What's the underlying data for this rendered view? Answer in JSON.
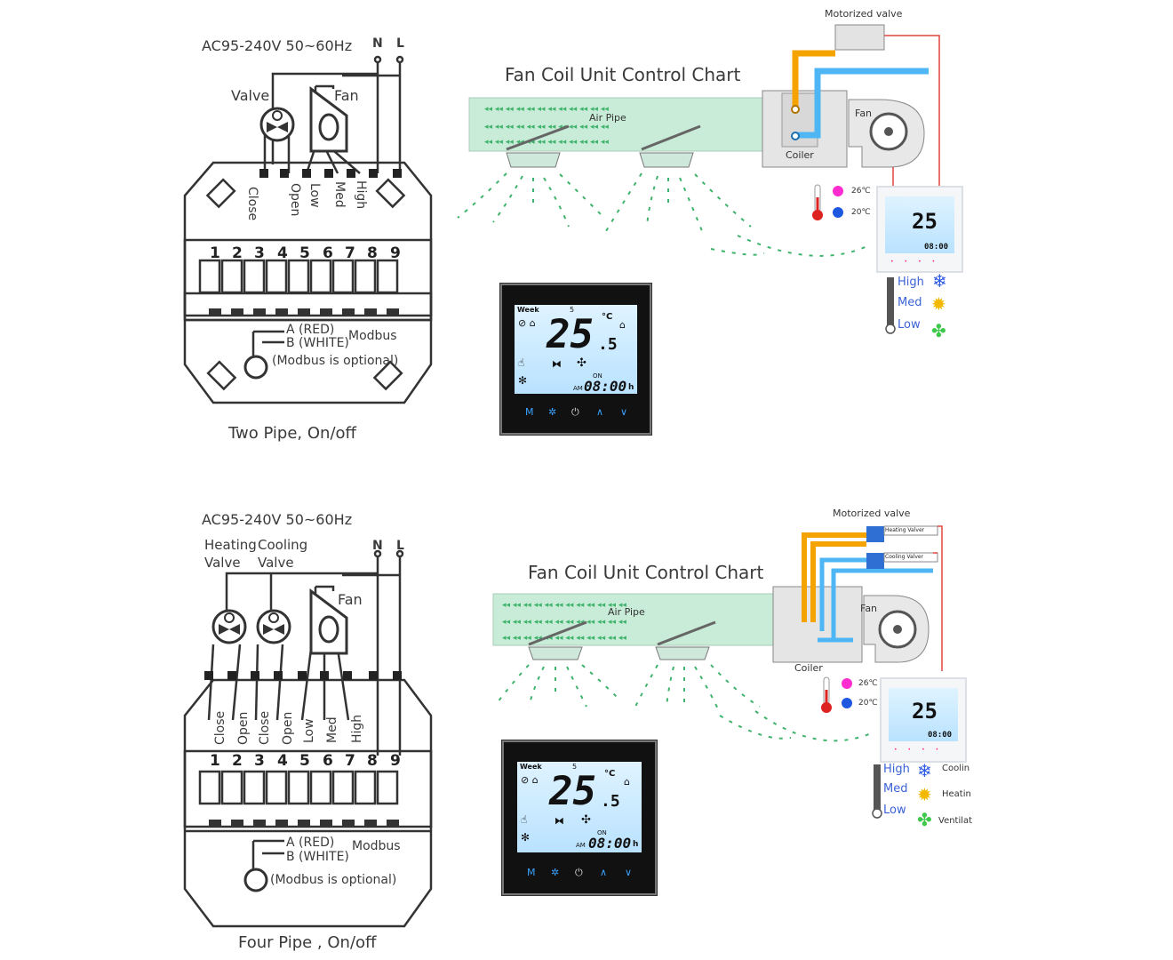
{
  "top": {
    "power": "AC95-240V  50~60Hz",
    "n": "N",
    "l": "L",
    "valve": "Valve",
    "fan": "Fan",
    "terminals": [
      "Close",
      "Open",
      "Low",
      "Med",
      "High"
    ],
    "numbers": [
      "1",
      "2",
      "3",
      "4",
      "5",
      "6",
      "7",
      "8",
      "9"
    ],
    "modbus_a": "A (RED)",
    "modbus_b": "B (WHITE)",
    "modbus": "Modbus",
    "modbus_opt": "(Modbus is optional)",
    "caption": "Two Pipe, On/off",
    "chart_title": "Fan Coil Unit Control Chart",
    "air_pipe": "Air Pipe",
    "fan_label": "Fan",
    "coiler": "Coiler",
    "motorized_valve": "Motorized valve",
    "temp_hot": "26℃",
    "temp_cold": "20℃",
    "speeds": [
      "High",
      "Med",
      "Low"
    ]
  },
  "bottom": {
    "power": "AC95-240V  50~60Hz",
    "n": "N",
    "l": "L",
    "heating_valve": "Heating\nValve",
    "cooling_valve": "Cooling\nValve",
    "heating_1": "Heating",
    "heating_2": "Valve",
    "cooling_1": "Cooling",
    "cooling_2": "Valve",
    "fan": "Fan",
    "terminals": [
      "Close",
      "Open",
      "Close",
      "Open",
      "Low",
      "Med",
      "High"
    ],
    "numbers": [
      "1",
      "2",
      "3",
      "4",
      "5",
      "6",
      "7",
      "8",
      "9"
    ],
    "modbus_a": "A (RED)",
    "modbus_b": "B (WHITE)",
    "modbus": "Modbus",
    "modbus_opt": "(Modbus is optional)",
    "caption": "Four Pipe , On/off",
    "chart_title": "Fan Coil Unit Control Chart",
    "air_pipe": "Air Pipe",
    "fan_label": "Fan",
    "coiler": "Coiler",
    "motorized_valve": "Motorized valve",
    "heating_valver": "Heating Valver",
    "cooling_valver": "Cooling Valver",
    "temp_hot": "26℃",
    "temp_cold": "20℃",
    "speeds": [
      "High",
      "Med",
      "Low"
    ],
    "modes": [
      "Coolin",
      "Heatin",
      "Ventilat"
    ]
  },
  "thermostat": {
    "week": "Week",
    "day": "5",
    "temp": "25",
    "temp_dec": ".5",
    "unit": "°C",
    "on": "ON",
    "am": "AM",
    "time": "08:00",
    "h": "h",
    "keys": [
      "M",
      "✲",
      "⏻",
      "∧",
      "∨"
    ]
  },
  "colors": {
    "hot_pipe": "#f4a300",
    "cold_pipe": "#4fb6f5",
    "air_pipe": "#c9ecd8",
    "arrow": "#3fb36b",
    "wire": "#e0463f",
    "hot_dot": "#ff2bd0",
    "cold_dot": "#1e57e0"
  }
}
